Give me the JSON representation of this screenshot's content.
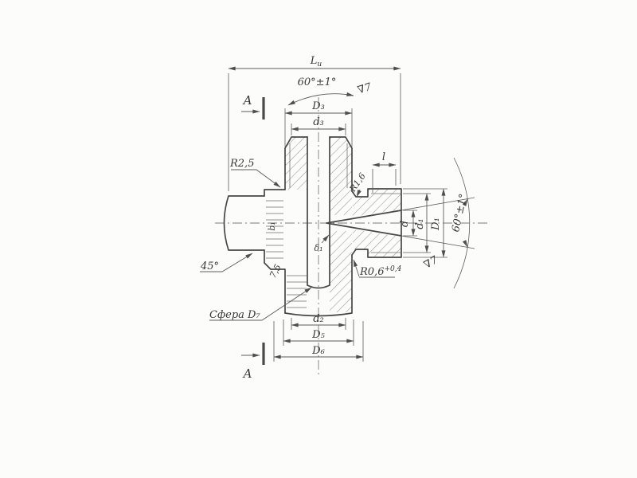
{
  "drawing": {
    "type": "hand-drawn technical section drawing of a tee pipe fitting",
    "colors": {
      "background": "#fcfcfa",
      "outline": "#474747",
      "dimension": "#5d5d5d",
      "text": "#383838",
      "hatch": "#969696"
    },
    "labels": {
      "length_total_base": "L",
      "length_total_sub": "и",
      "angle_top": "60°±1°",
      "angle_right": "60°±1°",
      "section_marker_top": "A",
      "section_marker_bottom": "A",
      "dia_D3": "D₃",
      "dia_d3": "d₃",
      "radius_R25": "R2,5",
      "thread_length": "l",
      "radius_R16": "R1,6",
      "dia_d": "d",
      "dia_d1": "d₁",
      "dia_D1": "D₁",
      "width_b1": "b₁",
      "thickness_delta1": "δ₁",
      "chamfer_45": "45°",
      "chamfer_75": "7,5",
      "finish_top": "∇7",
      "finish_right": "∇7",
      "radius_R06_base": "R0,6",
      "radius_R06_tol": "+0,4",
      "sphere_D7": "Сфера D₇",
      "dia_d2": "d₂",
      "dia_D5": "D₅",
      "dia_D6": "D₆"
    }
  }
}
